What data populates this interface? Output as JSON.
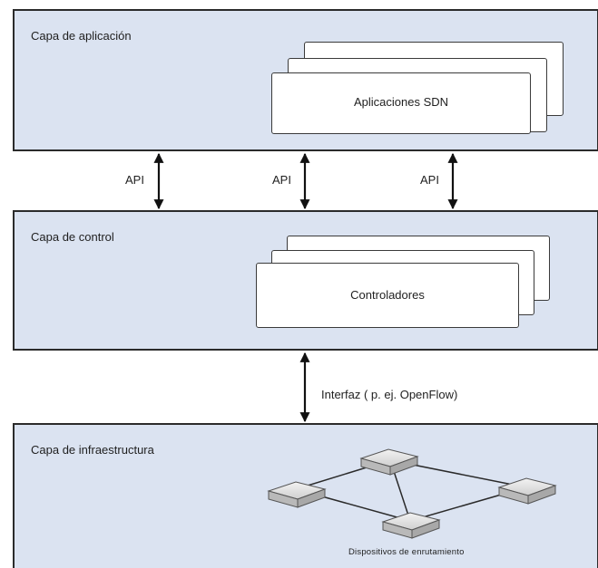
{
  "layers": {
    "application": {
      "title": "Capa de aplicación",
      "stack_label": "Aplicaciones SDN"
    },
    "control": {
      "title": "Capa de control",
      "stack_label": "Controladores"
    },
    "infrastructure": {
      "title": "Capa de infraestructura",
      "devices_caption": "Dispositivos de enrutamiento"
    }
  },
  "connections": {
    "northbound": [
      "API",
      "API",
      "API"
    ],
    "southbound": "Interfaz ( p. ej. OpenFlow)"
  },
  "colors": {
    "layer_fill": "#dbe3f1",
    "border": "#2b2b2b",
    "card_fill": "#ffffff"
  },
  "icons": {
    "arrow": "double-headed-arrow",
    "device": "router-switch-icon"
  }
}
